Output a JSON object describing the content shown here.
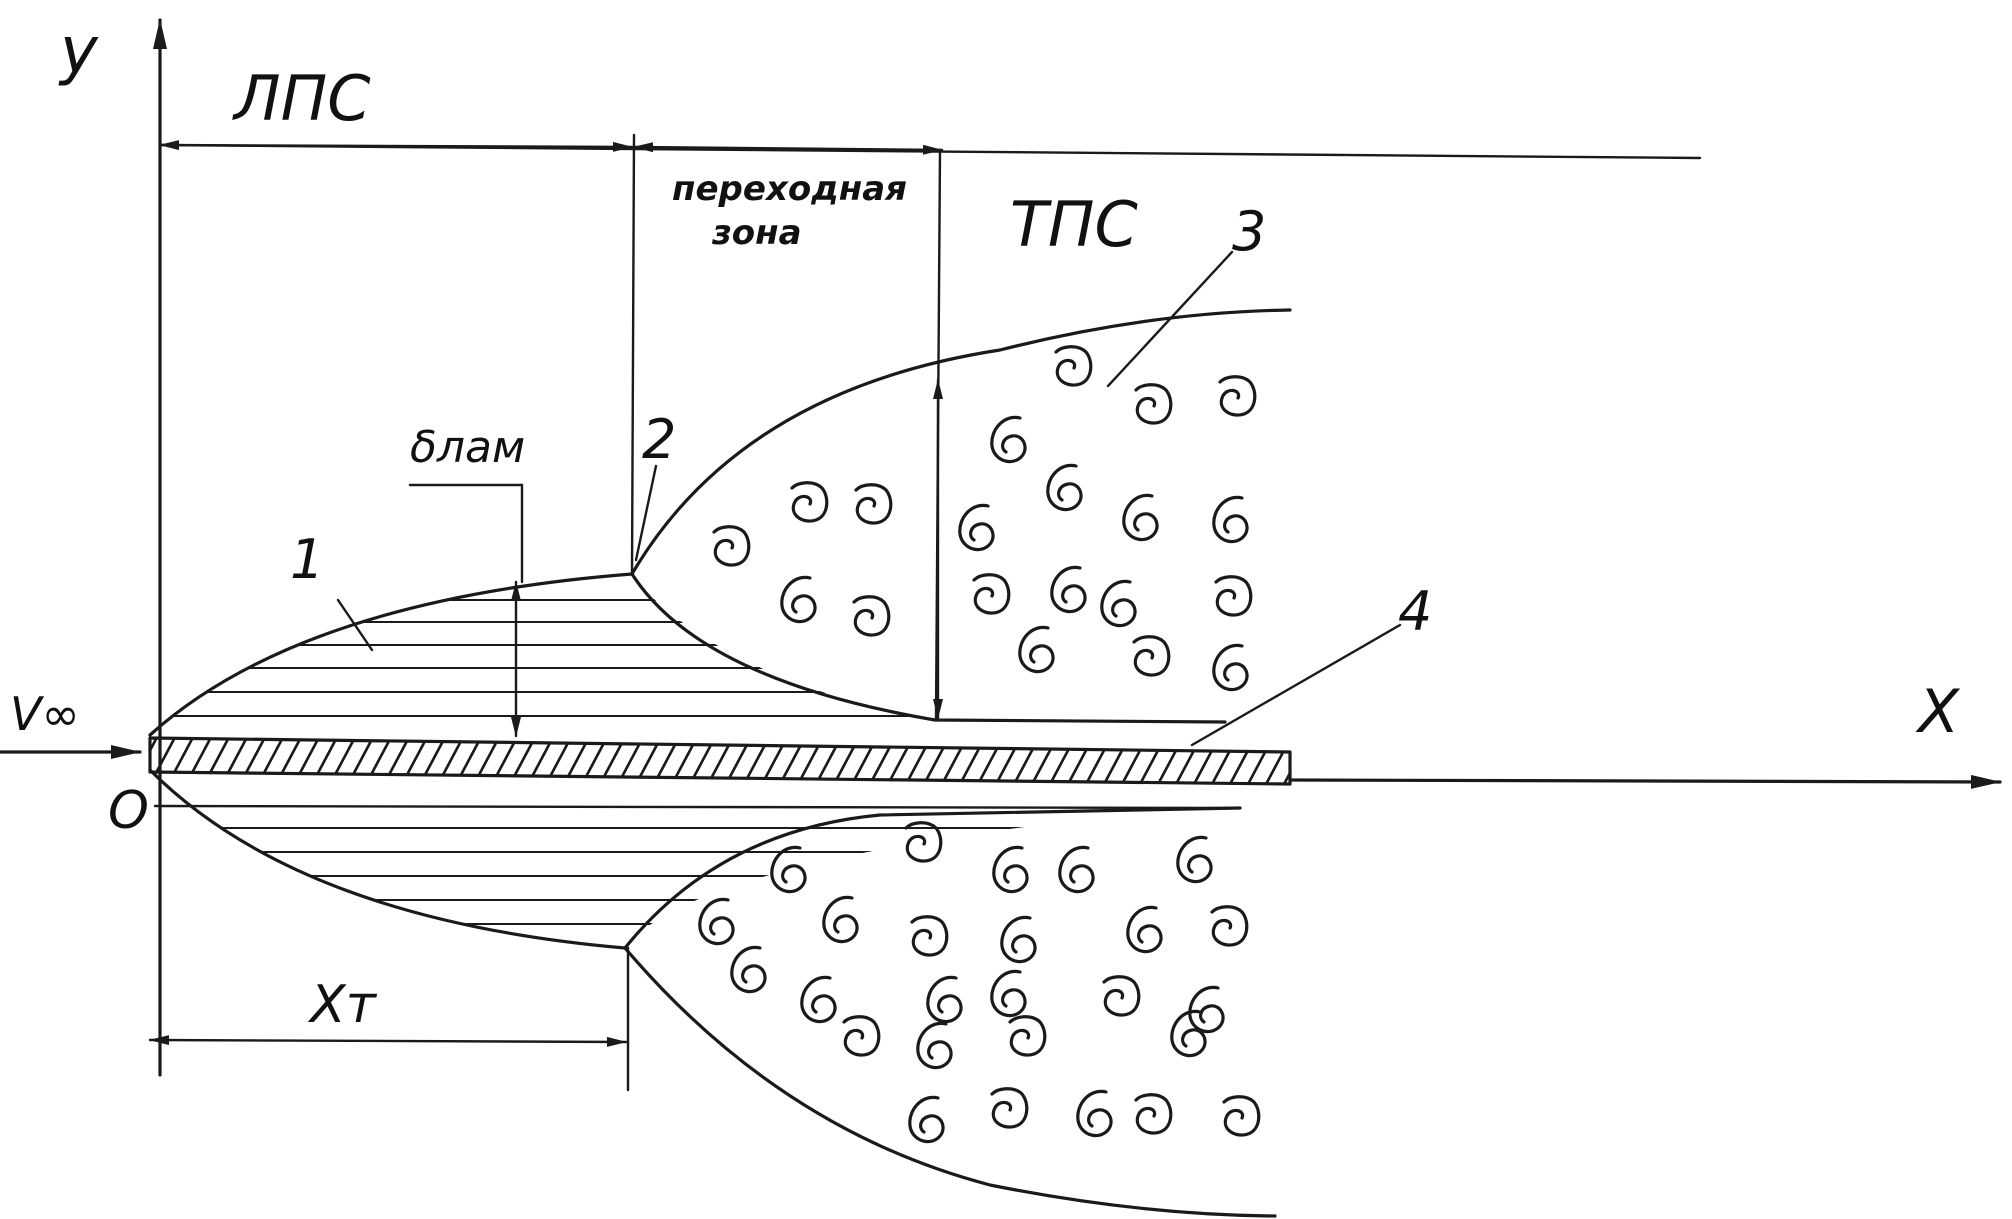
{
  "axes": {
    "y_label": "у",
    "x_label": "Х",
    "origin_label": "О",
    "velocity_label": "V∞"
  },
  "zones": {
    "laminar": "ЛПС",
    "transition_line1": "переходная",
    "transition_line2": "зона",
    "turbulent": "ТПС"
  },
  "dimensions": {
    "thickness": "δлам",
    "transition_x": "Хт"
  },
  "callouts": [
    "1",
    "2",
    "3",
    "4"
  ],
  "colors": {
    "ink": "#1a1a1a",
    "background": "#ffffff"
  }
}
